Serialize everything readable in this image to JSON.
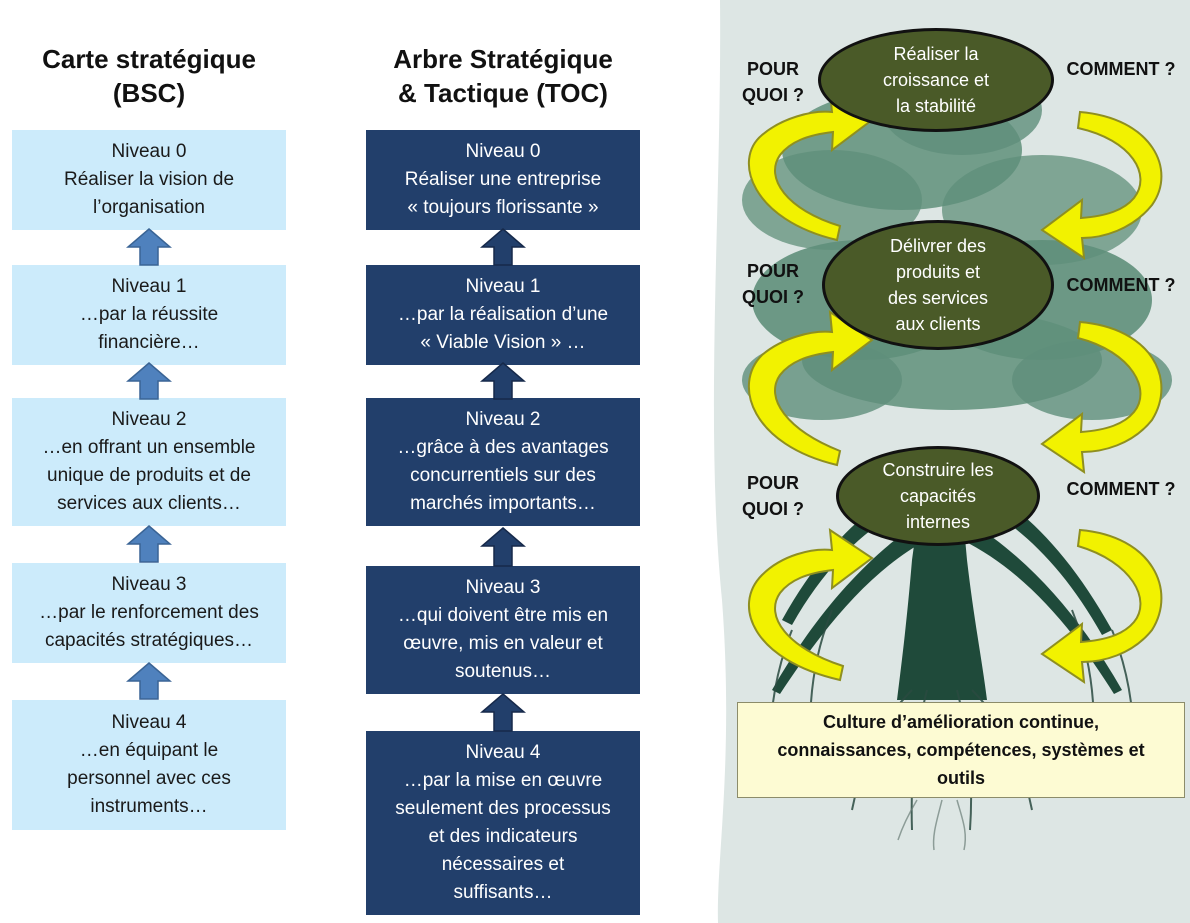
{
  "bsc": {
    "title": [
      "Carte stratégique",
      "(BSC)"
    ],
    "levels": [
      {
        "lines": [
          "Niveau 0",
          "Réaliser la vision de",
          "l’organisation"
        ]
      },
      {
        "lines": [
          "Niveau 1",
          "…par la réussite",
          "financière…"
        ]
      },
      {
        "lines": [
          "Niveau 2",
          "…en offrant un ensemble",
          "unique de produits et de",
          "services aux clients…"
        ]
      },
      {
        "lines": [
          "Niveau 3",
          "…par le renforcement des",
          "capacités stratégiques…"
        ]
      },
      {
        "lines": [
          "Niveau 4",
          "…en équipant le",
          "personnel avec ces",
          "instruments…"
        ]
      }
    ]
  },
  "toc": {
    "title": [
      "Arbre Stratégique",
      "& Tactique (TOC)"
    ],
    "levels": [
      {
        "lines": [
          "Niveau 0",
          "Réaliser une entreprise",
          "« toujours florissante »"
        ]
      },
      {
        "lines": [
          "Niveau 1",
          "…par la réalisation d’une",
          "« Viable Vision » …"
        ]
      },
      {
        "lines": [
          "Niveau 2",
          "…grâce à des avantages",
          "concurrentiels sur des",
          "marchés importants…"
        ]
      },
      {
        "lines": [
          "Niveau 3",
          "…qui doivent être mis en",
          "œuvre, mis en valeur et",
          "soutenus…"
        ]
      },
      {
        "lines": [
          "Niveau 4",
          "…par la mise en œuvre",
          "seulement des processus",
          "et des indicateurs",
          "nécessaires et",
          "suffisants…"
        ]
      }
    ]
  },
  "tree": {
    "labels": {
      "why": [
        "POUR",
        "QUOI ?"
      ],
      "how": "COMMENT ?"
    },
    "goals": [
      {
        "lines": [
          "Réaliser la",
          "croissance et",
          "la stabilité"
        ]
      },
      {
        "lines": [
          "Délivrer des",
          "produits et",
          "des services",
          "aux clients"
        ]
      },
      {
        "lines": [
          "Construire les",
          "capacités",
          "internes"
        ]
      }
    ],
    "base": [
      "Culture d’amélioration continue,",
      "connaissances, compétences, systèmes et",
      "outils"
    ]
  },
  "colors": {
    "bsc_box": "#ccebfb",
    "toc_box": "#223f6b",
    "up_arrow": "#4f81bd",
    "panel_bg": "#dde6e4",
    "foliage": "#5f8f7a",
    "ellipse": "#4a5a28",
    "loop_arrow": "#f2f200",
    "base_box": "#fdfbd3"
  }
}
